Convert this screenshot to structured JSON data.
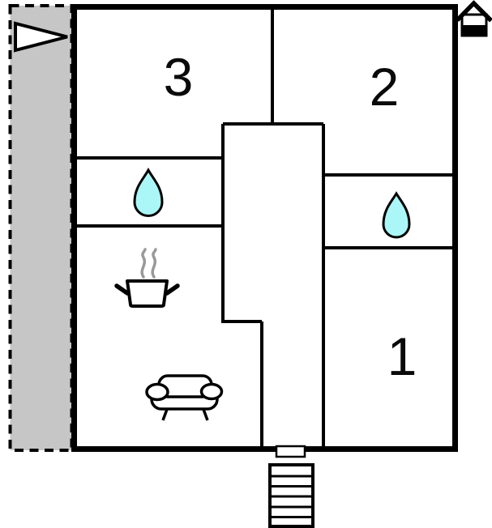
{
  "floorplan": {
    "rooms": [
      {
        "name": "room-1",
        "label": "1"
      },
      {
        "name": "room-2",
        "label": "2"
      },
      {
        "name": "room-3",
        "label": "3"
      }
    ],
    "icons": {
      "direction_arrow": "right-pointing-triangle",
      "floor_indicator": "house-with-lower-floor-highlighted",
      "bathroom_left": "water-drop",
      "bathroom_right": "water-drop",
      "kitchen": "cooking-pot-with-steam",
      "living_room": "sofa",
      "stairs": "exterior-staircase",
      "entrance": "door"
    },
    "colors": {
      "terrace": "#C6C6C6",
      "water_drop": "#ABF7F7",
      "wall": "#000000",
      "steam": "#999999",
      "floor_fill": "#FFFFFF"
    }
  }
}
